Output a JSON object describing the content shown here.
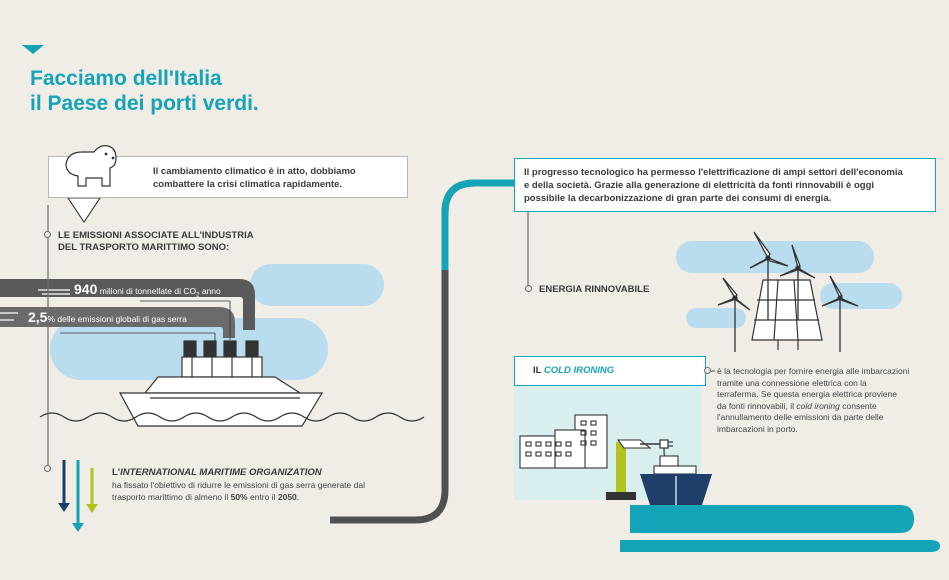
{
  "header": {
    "title_line1": "Facciamo dell'Italia",
    "title_line2": "il Paese dei porti verdi."
  },
  "climate_box": {
    "line1": "Il cambiamento climatico è in atto, dobbiamo",
    "line2": "combattere la crisi climatica rapidamente."
  },
  "emissions": {
    "heading_line1": "LE EMISSIONI ASSOCIATE ALL'INDUSTRIA",
    "heading_line2": "DEL TRASPORTO MARITTIMO SONO:",
    "stat1_value": "940",
    "stat1_text": "milioni di tonnellate di CO",
    "stat1_sub": "2",
    "stat1_suffix": "anno",
    "stat2_value": "2,5",
    "stat2_text": "% delle emissioni globali di gas serra"
  },
  "imo": {
    "title_prefix": "L'",
    "title_italic": "INTERNATIONAL MARITIME ORGANIZATION",
    "line1": "ha fissato l'obiettivo di ridurre le emissioni di gas serra generate dal",
    "line2_a": "trasporto marittimo di almeno il",
    "line2_b": "50%",
    "line2_c": "entro il",
    "line2_d": "2050",
    "line2_e": "."
  },
  "progress_box": {
    "line1": "Il progresso tecnologico ha permesso l'elettrificazione di ampi settori dell'economia",
    "line2": "e della società. Grazie alla generazione di elettricità da fonti rinnovabili è oggi",
    "line3": "possibile la decarbonizzazione di gran parte dei consumi di energia."
  },
  "renewable": {
    "label": "ENERGIA RINNOVABILE"
  },
  "cold_ironing": {
    "label_prefix": "IL",
    "label_italic": "COLD IRONING",
    "desc_line1": "è la tecnologia per fornire energia alle imbarcazioni",
    "desc_line2": "tramite una connessione elettrica con la",
    "desc_line3": "terraferma. Se questa energia elettrica proviene",
    "desc_line4_a": "da fonti rinnovabili, il",
    "desc_line4_b": "cold ironing",
    "desc_line4_c": "consente",
    "desc_line5": "l'annullamento delle emissioni da parte delle",
    "desc_line6": "imbarcazioni in porto."
  },
  "colors": {
    "teal": "#15a3b7",
    "light_blue": "#b9dcef",
    "dark_gray": "#505050",
    "navy": "#1d3f6a",
    "lime": "#b1c31c",
    "pale_teal": "#d8eeef"
  }
}
